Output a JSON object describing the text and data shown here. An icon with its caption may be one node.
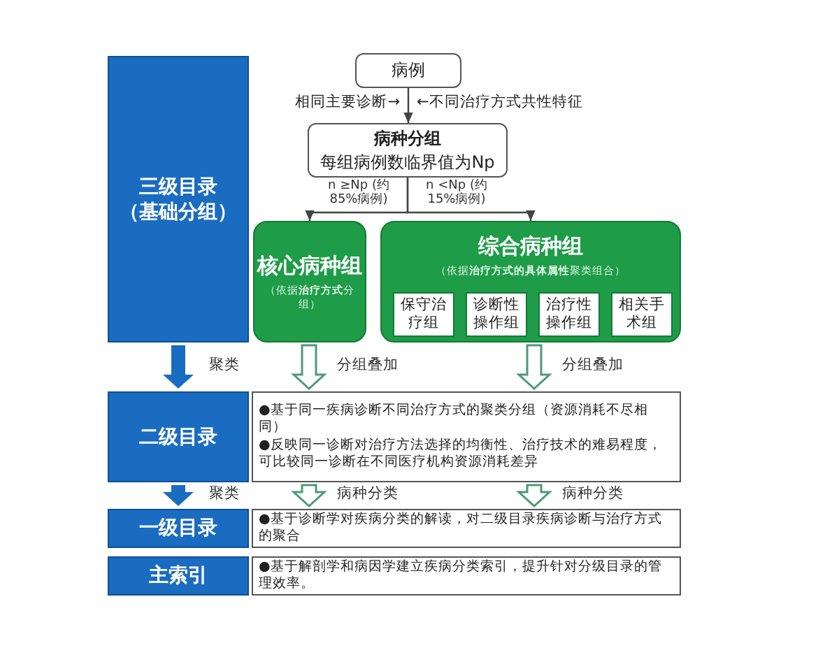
{
  "diagram": {
    "nodes": [
      {
        "text": [
          "三级目录（基础分组）"
        ]
      },
      {
        "text": [
          "病例"
        ]
      },
      {
        "text": [
          "病种分组",
          "每组病例数临界值为Np"
        ]
      },
      {
        "text": [
          "核心病种组",
          "（依据**治疗方式**分组）"
        ]
      },
      {
        "text": [
          "综合病种组",
          "（依据**治疗方式的具体属性**聚类组合）"
        ]
      },
      {
        "text": [
          "保守治疗组"
        ],
        "in": 4
      },
      {
        "text": [
          "诊断性操作组"
        ],
        "in": 4
      },
      {
        "text": [
          "治疗性操作组"
        ],
        "in": 4
      },
      {
        "text": [
          "相关手术组"
        ],
        "in": 4
      },
      {
        "text": [
          "二级目录"
        ]
      },
      {
        "text": [
          "●基于同一疾病诊断不同治疗方式的聚类分组（资源消耗不尽相同）",
          "●反映同一诊断对治疗方法选择的均衡性、治疗技术的难易程度，可比较同一诊断在不同医疗机构资源消耗差异"
        ]
      },
      {
        "text": [
          "一级目录"
        ]
      },
      {
        "text": [
          "●基于诊断学对疾病分类的解读，对二级目录疾病诊断与治疗方式的聚合"
        ]
      },
      {
        "text": [
          "主索引"
        ]
      },
      {
        "text": [
          "●基于解剖学和病因学建立疾病分类索引，提升针对分级目录的管理效率。"
        ]
      }
    ],
    "edges": [
      {
        "from": 1,
        "to": 2,
        "arrow": "to"
      },
      {
        "from": 2,
        "to": 3,
        "arrow": "to",
        "label": "n ≥Np (约85%病例)"
      },
      {
        "from": 2,
        "to": 4,
        "arrow": "to",
        "label": "n <Np (约15%病例)"
      },
      {
        "from": 0,
        "to": 9,
        "arrow": "to",
        "label": "聚类",
        "style": "thick",
        "color": "#1a6cc0"
      },
      {
        "from": 3,
        "to": 10,
        "arrow": "to",
        "label": "分组叠加",
        "style": "thick",
        "color": "#4c9a78"
      },
      {
        "from": 4,
        "to": 10,
        "arrow": "to",
        "label": "分组叠加",
        "style": "thick",
        "color": "#4c9a78"
      },
      {
        "from": 9,
        "to": 11,
        "arrow": "to",
        "label": "聚类",
        "style": "thick",
        "color": "#1a6cc0"
      },
      {
        "from": 10,
        "to": 12,
        "arrow": "to",
        "label": "病种分类",
        "style": "thick",
        "color": "#4c9a78"
      },
      {
        "from": 10,
        "to": 12,
        "arrow": "to",
        "label": "病种分类",
        "style": "thick",
        "color": "#4c9a78"
      }
    ],
    "labels": [
      "相同主要诊断→",
      "←不同治疗方式共性特征"
    ]
  }
}
